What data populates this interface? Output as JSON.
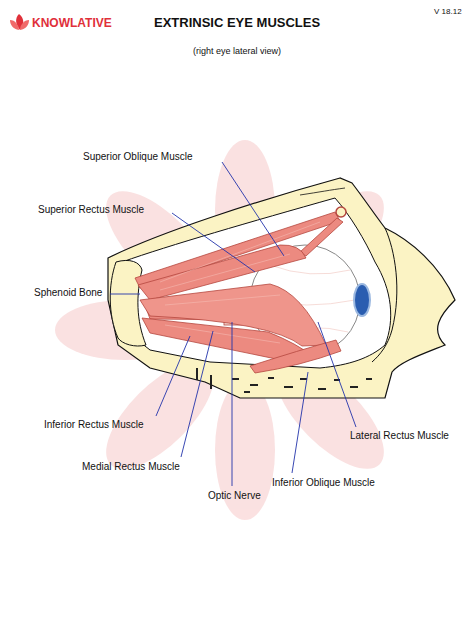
{
  "diagram": {
    "title": "EXTRINSIC EYE MUSCLES",
    "labels": [
      "KNOWLATIVE",
      "V 18.12",
      "(right eye lateral view)",
      "Superior Oblique Muscle",
      "Superior Rectus Muscle",
      "Sphenoid Bone",
      "Inferior Rectus Muscle",
      "Medial Rectus Muscle",
      "Optic Nerve",
      "Inferior Oblique Muscle",
      "Lateral Rectus Muscle"
    ]
  }
}
